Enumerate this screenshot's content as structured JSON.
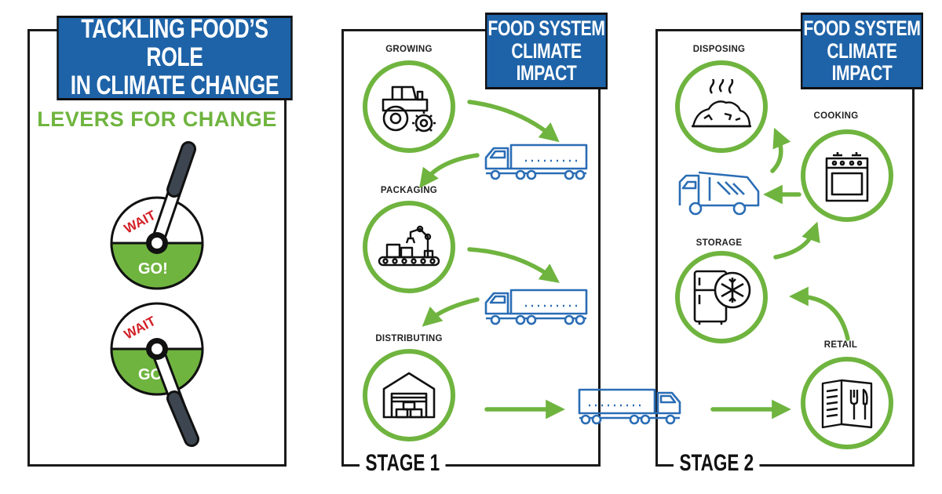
{
  "title": {
    "line1": "TACKLING FOOD’S ROLE",
    "line2": "IN CLIMATE CHANGE"
  },
  "levers_label": "LEVERS FOR CHANGE",
  "lever_top": {
    "wait": "WAIT",
    "go": "GO!"
  },
  "lever_bottom": {
    "wait": "WAIT",
    "go": "GO!"
  },
  "impact_box": {
    "line1": "FOOD SYSTEM",
    "line2": "CLIMATE IMPACT"
  },
  "impact_box_2": {
    "line1": "FOOD SYSTEM",
    "line2": "CLIMATE IMPACT"
  },
  "stages": [
    "STAGE 1",
    "STAGE 2"
  ],
  "steps": {
    "growing": "GROWING",
    "packaging": "PACKAGING",
    "distributing": "DISTRIBUTING",
    "disposing": "DISPOSING",
    "cooking": "COOKING",
    "storage": "STORAGE",
    "retail": "RETAIL"
  },
  "colors": {
    "brand_blue": "#1e63a8",
    "icon_blue": "#2a6db5",
    "green": "#6fb43f",
    "red": "#d32027",
    "lever_gray": "#3d4650"
  },
  "icons": {
    "growing": "tractor-icon",
    "packaging": "conveyor-robot-arm-icon",
    "distributing": "warehouse-icon",
    "disposing": "landfill-icon",
    "cooking": "stove-icon",
    "storage": "fridge-freezer-icon",
    "retail": "menu-icon",
    "transport": "truck-icon",
    "garbage_truck": "garbage-truck-icon"
  }
}
